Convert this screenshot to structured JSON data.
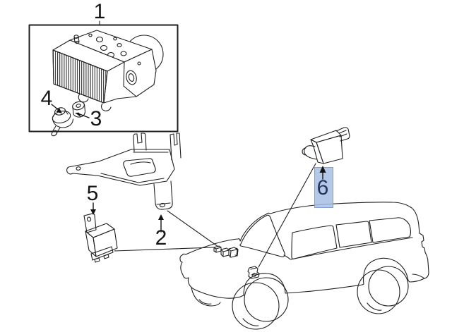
{
  "colors": {
    "background": "#ffffff",
    "line": "#1f1f1f",
    "highlight_fill": "#a3bce4",
    "highlight_border": "#7e9ed2",
    "highlight_text": "#24355c"
  },
  "callouts": {
    "c1": {
      "label": "1",
      "part": "abs-actuator-assembly",
      "highlighted": false
    },
    "c2": {
      "label": "2",
      "part": "actuator-mounting-bracket",
      "highlighted": false
    },
    "c3": {
      "label": "3",
      "part": "actuator-grommet",
      "highlighted": false
    },
    "c4": {
      "label": "4",
      "part": "actuator-cushion",
      "highlighted": false
    },
    "c5": {
      "label": "5",
      "part": "abs-relay",
      "highlighted": false
    },
    "c6": {
      "label": "6",
      "part": "yaw-rate-sensor",
      "highlighted": true
    }
  },
  "icons": {
    "vehicle": "suv-outline-icon",
    "arrows": "callout-arrow-icon"
  }
}
